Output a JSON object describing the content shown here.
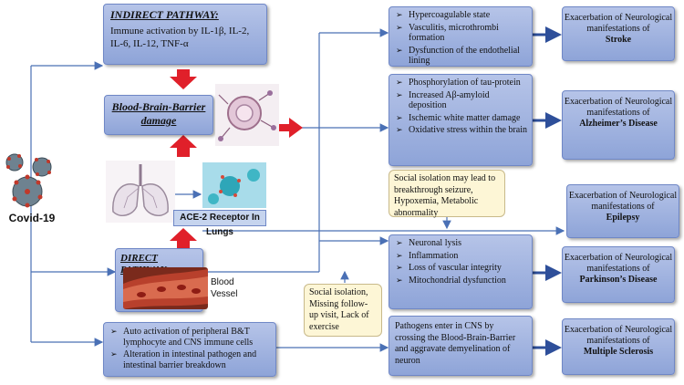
{
  "virus_label": "Covid-19",
  "indirect": {
    "title": "INDIRECT PATHWAY:",
    "text": "Immune activation by IL-1β, IL-2, IL-6, IL-12, TNF-α"
  },
  "bbb": {
    "title": "Blood-Brain-Barrier damage"
  },
  "ace2": {
    "label": "ACE-2 Receptor In Lungs"
  },
  "direct": {
    "title": "DIRECT PATHWAY:",
    "vessel_label": "Blood Vessel"
  },
  "immune": {
    "items": [
      "Auto activation of peripheral B&T lymphocyte and CNS immune cells",
      "Alteration in intestinal pathogen and intestinal barrier breakdown"
    ]
  },
  "mechanisms": {
    "stroke": [
      "Hypercoagulable state",
      "Vasculitis, microthrombi formation",
      "Dysfunction of the endothelial lining"
    ],
    "alzheimer": [
      "Phosphorylation of tau-protein",
      "Increased Aβ-amyloid deposition",
      "Ischemic white matter damage",
      "Oxidative stress within the brain"
    ],
    "parkinson": [
      "Neuronal lysis",
      "Inflammation",
      "Loss of vascular integrity",
      "Mitochondrial dysfunction"
    ],
    "ms": "Pathogens enter in CNS by crossing the Blood-Brain-Barrier and aggravate demyelination of neuron"
  },
  "notes": {
    "epilepsy": "Social isolation may lead to breakthrough seizure, Hypoxemia, Metabolic abnormality",
    "social": "Social isolation, Missing follow-up visit, Lack of exercise"
  },
  "outcomes": {
    "prefix": "Exacerbation of Neurological manifestations of",
    "stroke": "Stroke",
    "alzheimer": "Alzheimer’s Disease",
    "epilepsy": "Epilepsy",
    "parkinson": "Parkinson’s Disease",
    "ms": "Multiple Sclerosis"
  },
  "colors": {
    "arrow_red": "#e0202a",
    "connector": "#4a70b5",
    "box": "#a2b4e2",
    "note": "#fdf6d6"
  }
}
